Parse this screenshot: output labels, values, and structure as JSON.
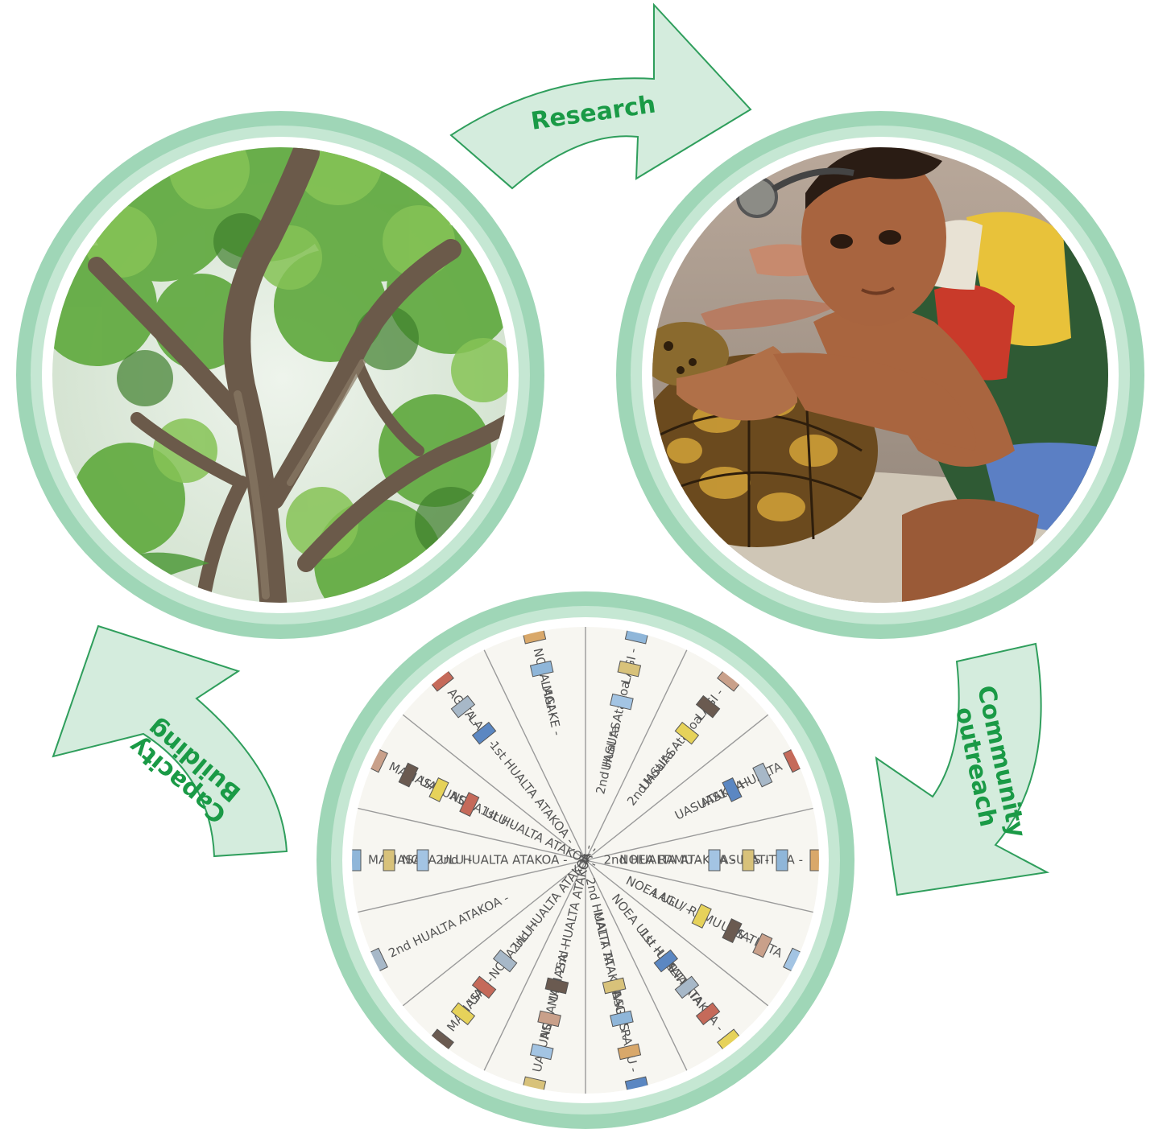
{
  "labels": {
    "research": "Research",
    "outreach_line1": "Community",
    "outreach_line2": "outreach",
    "capacity_line1": "Capacity",
    "capacity_line2": "Building"
  },
  "wheel_chart": {
    "sectors": [
      {
        "lines": [
          "LAGI -",
          "2nd Hual ta Atakoa",
          "UASUAS -"
        ]
      },
      {
        "lines": [
          "LAGI -",
          "2nd Hualta Atakoa",
          "UASUAS -"
        ]
      },
      {
        "lines": [
          "1st HUALTA",
          "ATAKOA -",
          "UASUAS"
        ]
      },
      {
        "lines": [
          "MATIT TA -",
          "UASUAS -",
          "2nd HUALTA ATAKOA -",
          "NOEA RAMU -"
        ]
      },
      {
        "lines": [
          "MATIT TA",
          "UAS -",
          "LAGI / RAMU",
          "NOEA ULU -"
        ]
      },
      {
        "lines": [
          "1st HUALTA ATAKOA -",
          "MATIT TA",
          "UAS -",
          "NOEA ULU -"
        ]
      },
      {
        "lines": [
          "LAGI / RAMU -",
          "UASUAS -",
          "2nd HUALTA ATAKOA -",
          "MATIT TA -"
        ]
      },
      {
        "lines": [
          "UASUAS -",
          "NOEA ULU -",
          "MAMASA -",
          "2nd HUALTA ATAKOA -"
        ]
      },
      {
        "lines": [
          "MAMASA -",
          "UAS -",
          "NOEA ULU -",
          "2nd HUALTA ATAKOA -"
        ]
      },
      {
        "lines": [
          "2nd HUALTA ATAKOA -"
        ]
      },
      {
        "lines": [
          "MAMASA -",
          "NOEA ULU -",
          "2nd HUALTA ATAKOA -"
        ]
      },
      {
        "lines": [
          "MAMASA -",
          "UASUAS -",
          "NOEA ULU -",
          "1st HUALTA ATAKOA -"
        ]
      },
      {
        "lines": [
          "AG TA -",
          "LAGI -",
          "1st HUALTA ATAKOA -"
        ]
      },
      {
        "lines": [
          "NOEA MAAKE -",
          "LAGI -"
        ]
      }
    ]
  },
  "colors": {
    "accent": "#1a9a46",
    "arrow_fill": "#d4ecdd",
    "arrow_stroke": "#2f9e5c",
    "ring_outer": "#9fd6b7",
    "ring_inner": "#c5e7d3"
  }
}
